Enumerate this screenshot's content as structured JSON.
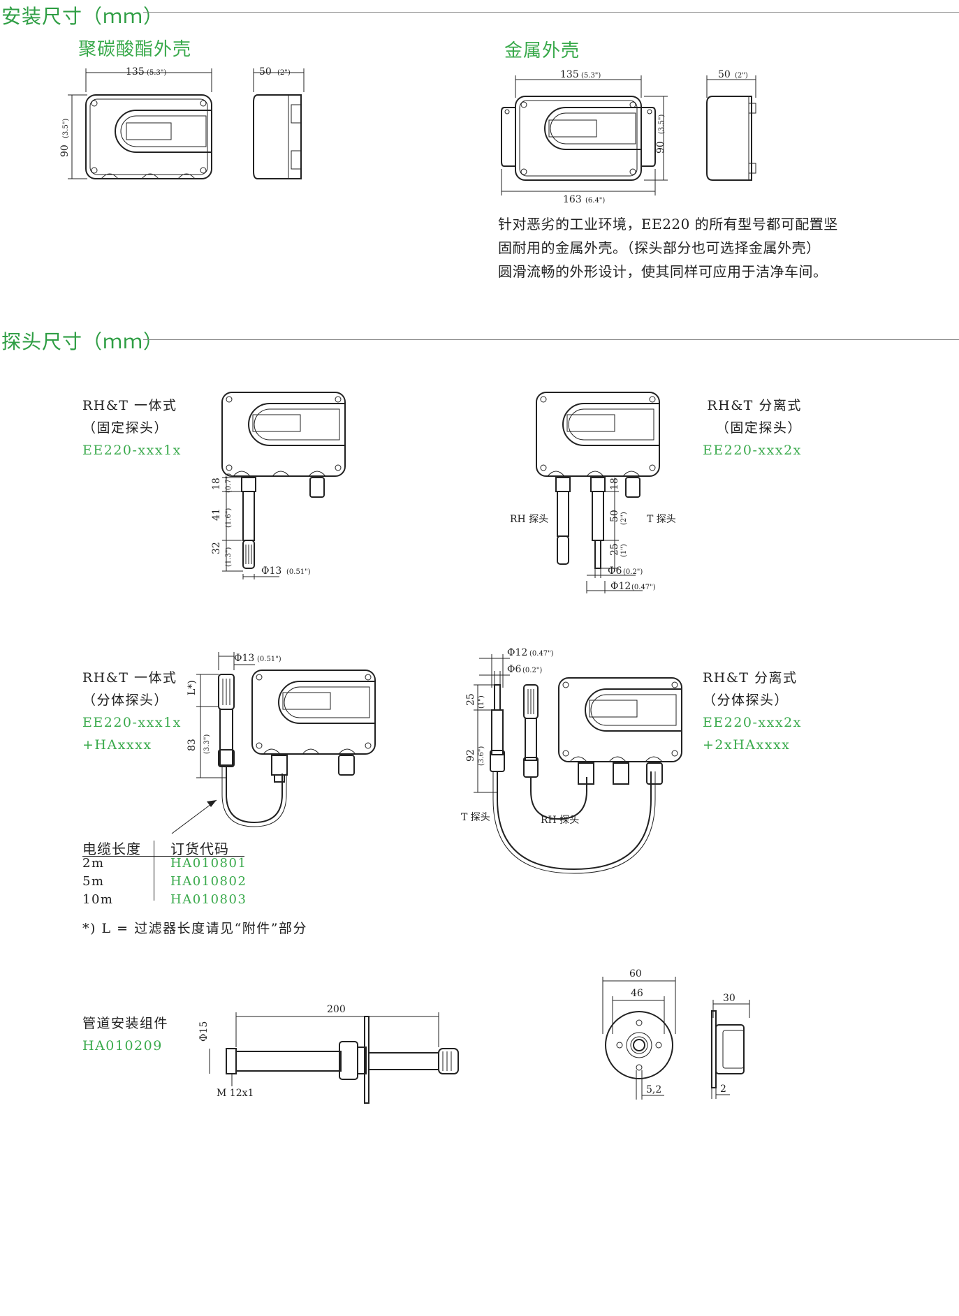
{
  "sections": {
    "install": "安装尺寸（ｍｍ）",
    "probe": "探头尺寸（ｍｍ）"
  },
  "housing": {
    "polycarbonate": "聚碳酸酯外壳",
    "metal": "金属外壳"
  },
  "dims": {
    "w135": "135",
    "w135_in": "(5.3\")",
    "d50": "50",
    "d50_in": "(2\")",
    "h90": "90",
    "h90_in": "(3.5\")",
    "w163": "163",
    "w163_in": "(6.4\")"
  },
  "metal_note": [
    "针对恶劣的工业环境，EE220 的所有型号都可配置坚",
    "固耐用的金属外壳。（探头部分也可选择金属外壳）",
    "圆滑流畅的外形设计，使其同样可应用于洁净车间。"
  ],
  "variant1": {
    "line1": "RH&T 一体式",
    "line2": "（固定探头）",
    "code": "EE220-xxx1x"
  },
  "variant2": {
    "line1": "RH&T 分离式",
    "line2": "（固定探头）",
    "code": "EE220-xxx2x"
  },
  "variant3": {
    "line1": "RH&T 一体式",
    "line2": "（分体探头）",
    "code": "EE220-xxx1x",
    "code2": "+HAxxxx"
  },
  "variant4": {
    "line1": "RH&T 分离式",
    "line2": "（分体探头）",
    "code": "EE220-xxx2x",
    "code2": "+2xHAxxxx"
  },
  "probe_dims": {
    "d18": "18",
    "d18_in": "(0.7\")",
    "d41": "41",
    "d41_in": "(1.6\")",
    "d32": "32",
    "d32_in": "(1.3\")",
    "phi13": "Φ13",
    "phi13_in": "(0.51\")",
    "d50": "50",
    "d50_in": "(2\")",
    "d25": "25",
    "d25_in": "(1\")",
    "phi6": "Φ6",
    "phi6_in": "(0.2\")",
    "phi12": "Φ12",
    "phi12_in": "(0.47\")",
    "lstar": "L*)",
    "d83": "83",
    "d83_in": "(3.3\")",
    "d92": "92",
    "d92_in": "(3.6\")",
    "rh_probe": "RH 探头",
    "t_probe": "T 探头"
  },
  "cable_table": {
    "col1": "电缆长度",
    "col2": "订货代码",
    "rows": [
      {
        "length": "2m",
        "code": "HA010801"
      },
      {
        "length": "5m",
        "code": "HA010802"
      },
      {
        "length": "10m",
        "code": "HA010803"
      }
    ]
  },
  "footnote": "*) L = 过滤器长度请见“附件”部分",
  "duct_kit": {
    "name": "管道安装组件",
    "code": "HA010209",
    "d200": "200",
    "phi15": "Φ15",
    "thread": "M 12x1",
    "d60": "60",
    "d46": "46",
    "d5_2": "5,2",
    "d30": "30",
    "d2": "2"
  }
}
